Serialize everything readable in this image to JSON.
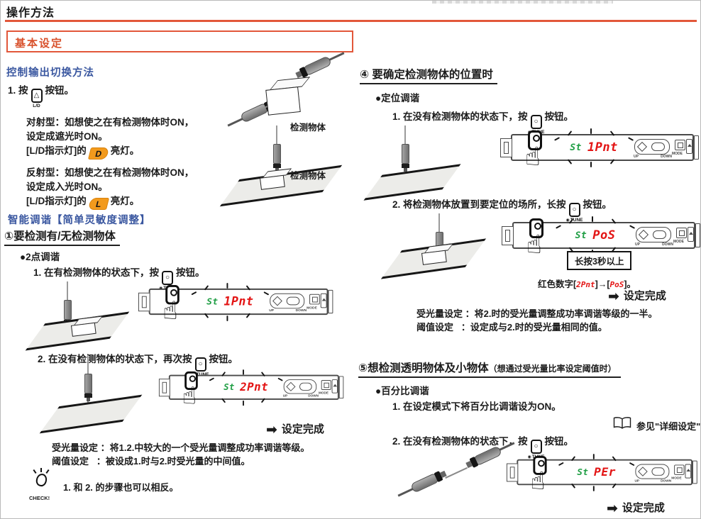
{
  "header": {
    "title": "操作方法",
    "section_box": "基本设定"
  },
  "icons": {
    "arrow": "➡",
    "hand": "☝",
    "tune_dot": "◉",
    "circle": "○",
    "triangle": "△"
  },
  "labels": {
    "tune": "TUNE",
    "ld": "L/D",
    "check": "CHECK!"
  },
  "sensor_labels": {
    "up": "UP",
    "down": "DOWN",
    "mode": "MODE"
  },
  "sensors": [
    {
      "green": "St",
      "red": "1Pnt"
    },
    {
      "green": "St",
      "red": "2Pnt"
    },
    {
      "green": "St",
      "red": "1Pnt"
    },
    {
      "green": "St",
      "red": "PoS"
    },
    {
      "green": "St",
      "red": "PEr"
    }
  ],
  "left": {
    "heading_output": "控制输出切换方法",
    "step1_pre": "1. 按",
    "step1_post": "按钮。",
    "through_line1": "对射型：如想使之在有检测物体时ON，",
    "through_line2": "设定成遮光时ON。",
    "through_ind_pre": "[L/D指示灯]的",
    "through_badge": "D",
    "through_ind_post": "亮灯。",
    "reflect_line1": "反射型：如想使之在有检测物体时ON，",
    "reflect_line2": "设定成入光时ON。",
    "reflect_ind_pre": "[L/D指示灯]的",
    "reflect_badge": "L",
    "reflect_ind_post": "亮灯。",
    "object_label_through": "检测物体",
    "object_label_reflect": "检测物体",
    "heading_tuning": "智能调谐【简单灵敏度调整】",
    "section1_title": "①要检测有/无检测物体",
    "section1_bullet": "●2点调谐",
    "tune_step1_pre": "1. 在有检测物体的状态下，按",
    "tune_step1_post": "按钮。",
    "tune_step2_pre": "2. 在没有检测物体的状态下，再次按",
    "tune_step2_post": "按钮。",
    "setting_done": "设定完成",
    "light_label": "受光量设定",
    "light_text": "：将1.2.中较大的一个受光量调整成功率调谐等级。",
    "threshold_label": "阈值设定",
    "threshold_text": "：被设成1.时与2.时受光量的中间值。",
    "check_note": "1. 和 2. 的步骤也可以相反。"
  },
  "right": {
    "section4_title": "④ 要确定检测物体的位置时",
    "section4_bullet": "●定位调谐",
    "pos_step1_pre": "1. 在没有检测物体的状态下，按",
    "pos_step1_post": "按钮。",
    "pos_step2_pre": "2. 将检测物体放置到要定位的场所，长按",
    "pos_step2_post": "按钮。",
    "longpress_note": "长按3秒以上",
    "red_digit_pre": "红色数字[",
    "red_code_from": "2Pnt",
    "red_digit_mid": "]→[",
    "red_code_to": "PoS",
    "red_digit_post": "]。",
    "setting_done": "设定完成",
    "light_label": "受光量设定",
    "light_text": "：将2.时的受光量调整成功率调谐等级的一半。",
    "threshold_label": "阈值设定",
    "threshold_text": "：设定成与2.时的受光量相同的值。",
    "section5_title": "⑤想检测透明物体及小物体",
    "section5_title_sub": "（想通过受光量比率设定阈值时）",
    "section5_bullet": "●百分比调谐",
    "pct_step1": "1. 在设定模式下将百分比调谐设为ON。",
    "see_detail": "参见\"详细设定\"",
    "pct_step2_pre": "2. 在没有检测物体的状态下，按",
    "pct_step2_post": "按钮。",
    "setting_done2": "设定完成"
  },
  "colors": {
    "accent_orange": "#e2573a",
    "badge_orange": "#f29a1d",
    "heading_blue": "#3a57a0",
    "seg_green": "#1f9e44",
    "seg_red": "#e31515"
  }
}
